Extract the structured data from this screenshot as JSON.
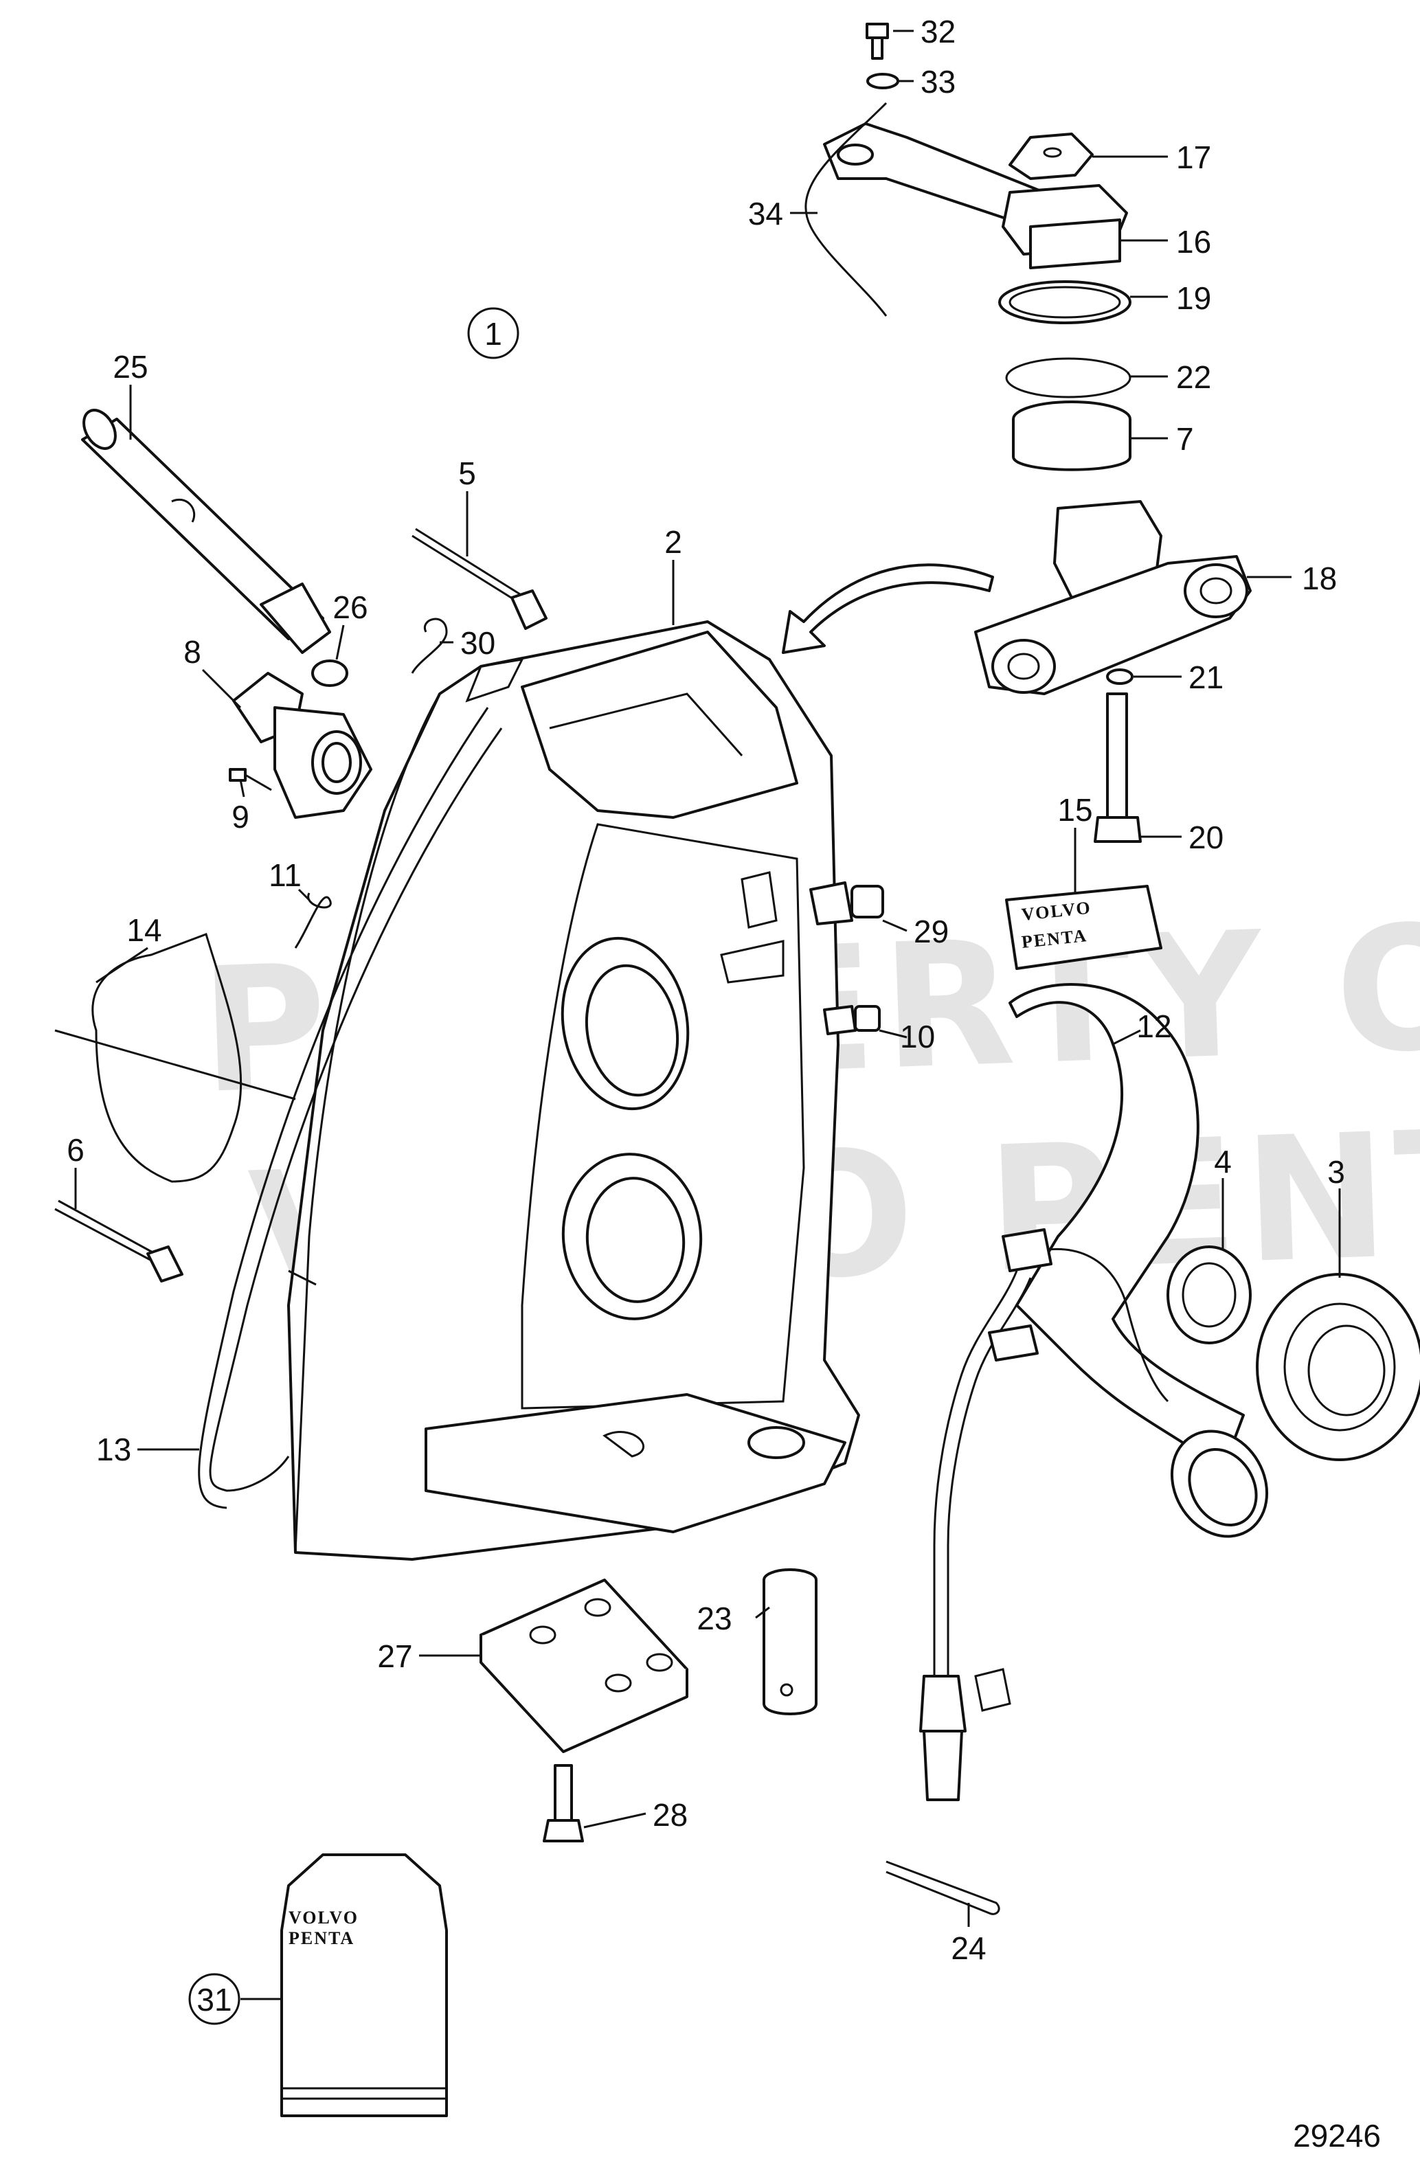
{
  "diagram_id": "29246",
  "watermark": {
    "line1": "PROPERTY OF",
    "line2": "VOLVO PENTA"
  },
  "brand": {
    "line1": "VOLVO",
    "line2": "PENTA"
  },
  "labels": {
    "l1": "1",
    "l2": "2",
    "l3": "3",
    "l4": "4",
    "l5": "5",
    "l6": "6",
    "l7": "7",
    "l8": "8",
    "l9": "9",
    "l10": "10",
    "l11": "11",
    "l12": "12",
    "l13": "13",
    "l14": "14",
    "l15": "15",
    "l16": "16",
    "l17": "17",
    "l18": "18",
    "l19": "19",
    "l20": "20",
    "l21": "21",
    "l22": "22",
    "l23": "23",
    "l24": "24",
    "l25": "25",
    "l26": "26",
    "l27": "27",
    "l28": "28",
    "l29": "29",
    "l30": "30",
    "l31": "31",
    "l32": "32",
    "l33": "33",
    "l34": "34"
  }
}
